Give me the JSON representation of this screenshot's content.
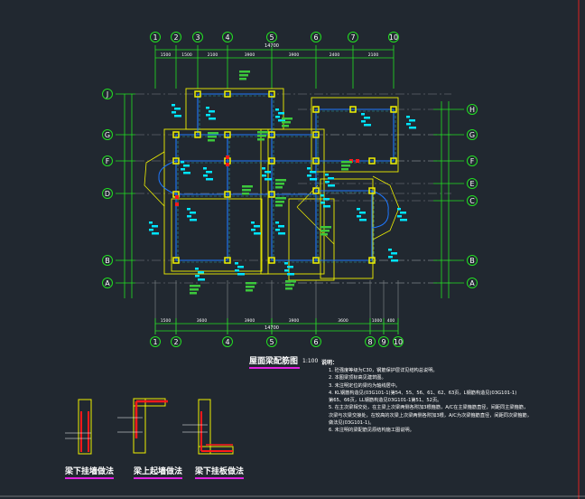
{
  "drawing": {
    "title": "屋面梁配筋图",
    "scale": "1:100",
    "notes_heading": "说明：",
    "notes": [
      "1. 砼强度等级为C30，钢筋保护层详见结构总说明。",
      "2. 本图梁顶标高见建筑图。",
      "3. 未注明定位的梁均为轴线居中。",
      "4. KL钢筋构造见(03G101-1)第54、55、56、61、62、63页，L钢筋构造见(03G101-1)",
      "   第65、66页，LL钢筋构造见03G101-1第51、52页。",
      "5. 在主次梁相交处，在主梁上次梁两侧各附加3根箍筋，A/C在主梁箍筋直径，间距同主梁箍筋，",
      "   次梁与次梁交接处，在较高的次梁上次梁两侧各附加3根，A/C为次梁箍筋直径，间距同次梁箍筋，",
      "   做法见(03G101-1)。",
      "6. 未注明的梁配筋见原结构施工图说明。"
    ],
    "details": [
      {
        "label": "梁下挂墙做法"
      },
      {
        "label": "梁上起墙做法"
      },
      {
        "label": "梁下挂板做法"
      }
    ]
  },
  "axes": {
    "top": [
      "1",
      "2",
      "3",
      "4",
      "5",
      "6",
      "7",
      "10"
    ],
    "bottom": [
      "1",
      "2",
      "4",
      "5",
      "6",
      "8",
      "9",
      "10"
    ],
    "left": [
      "J",
      "G",
      "F",
      "D",
      "B",
      "A"
    ],
    "right": [
      "H",
      "G",
      "F",
      "E",
      "C",
      "B",
      "A"
    ]
  },
  "dimensions": {
    "top_total": "14700",
    "top_segments": [
      "1500",
      "1500",
      "2100",
      "3900",
      "3900",
      "2400",
      "2100"
    ],
    "bottom_total": "14700",
    "bottom_segments": [
      "1500",
      "3600",
      "3900",
      "3900",
      "3600",
      "1000",
      "400"
    ]
  },
  "colors": {
    "background": "#212830",
    "axis": "#22e022",
    "wall": "#f0f000",
    "beam": "#1e78ff",
    "beam_dashed": "#2aa0a0",
    "rebar_label": "#00e5ff",
    "note_label": "#3cc83c",
    "rebar": "#ff1a1a",
    "title_underline": "#e020e0"
  }
}
